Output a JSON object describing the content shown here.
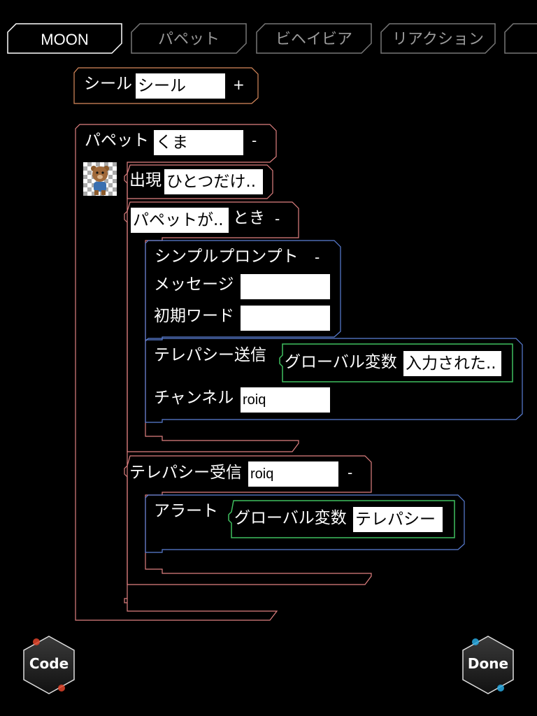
{
  "tabs": [
    {
      "label": "MOON",
      "active": true
    },
    {
      "label": "パペット",
      "active": false
    },
    {
      "label": "ビヘイビア",
      "active": false
    },
    {
      "label": "リアクション",
      "active": false
    }
  ],
  "blocks": {
    "seal": {
      "label": "シール",
      "value": "シール",
      "action": "+"
    },
    "puppet": {
      "label": "パペット",
      "value": "くま",
      "action": "-"
    },
    "appear": {
      "label": "出現",
      "value": "ひとつだけ.."
    },
    "when": {
      "value": "パペットが..",
      "label": "とき",
      "action": "-"
    },
    "prompt": {
      "label": "シンプルプロンプト",
      "action": "-",
      "message_label": "メッセージ",
      "message_value": "",
      "initial_label": "初期ワード",
      "initial_value": ""
    },
    "telepathy_send": {
      "label": "テレパシー送信",
      "var_label": "グローバル変数",
      "var_value": "入力された..",
      "channel_label": "チャンネル",
      "channel_value": "roiq"
    },
    "telepathy_receive": {
      "label": "テレパシー受信",
      "value": "roiq",
      "action": "-"
    },
    "alert": {
      "label": "アラート",
      "var_label": "グローバル変数",
      "var_value": "テレパシー"
    }
  },
  "buttons": {
    "code": "Code",
    "done": "Done"
  },
  "colors": {
    "orange": "#d98a5c",
    "salmon": "#e08080",
    "blue": "#5b7fd6",
    "green": "#3fbf5f",
    "cyan": "#29a9e0",
    "red": "#e0442a"
  },
  "icons": {
    "avatar": "bear-puppet-icon"
  }
}
